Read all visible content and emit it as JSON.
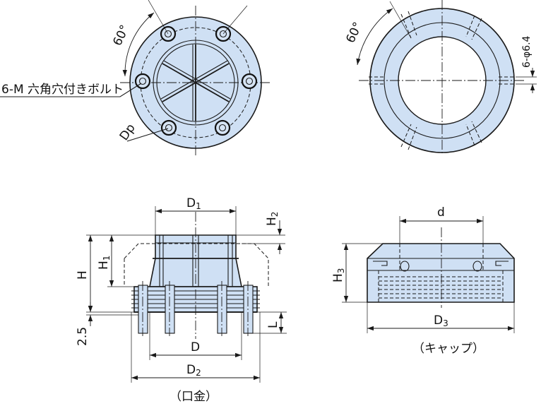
{
  "top_left_view": {
    "angle_label": "60°",
    "bolt_label": "6-M 六角穴付きボルト",
    "pitch_label": "Dp"
  },
  "top_right_view": {
    "angle_label": "60°",
    "hole_label": "6-φ6.4"
  },
  "base_view": {
    "d1_label": "D",
    "d1_sub": "1",
    "h2_label": "H",
    "h2_sub": "2",
    "h1_label": "H",
    "h1_sub": "1",
    "h_label": "H",
    "l_label": "L",
    "offset_label": "2.5",
    "d_label": "D",
    "d2_label": "D",
    "d2_sub": "2",
    "caption": "（口金）"
  },
  "cap_view": {
    "d_label": "d",
    "h3_label": "H",
    "h3_sub": "3",
    "d3_label": "D",
    "d3_sub": "3",
    "caption": "（キャップ）"
  }
}
